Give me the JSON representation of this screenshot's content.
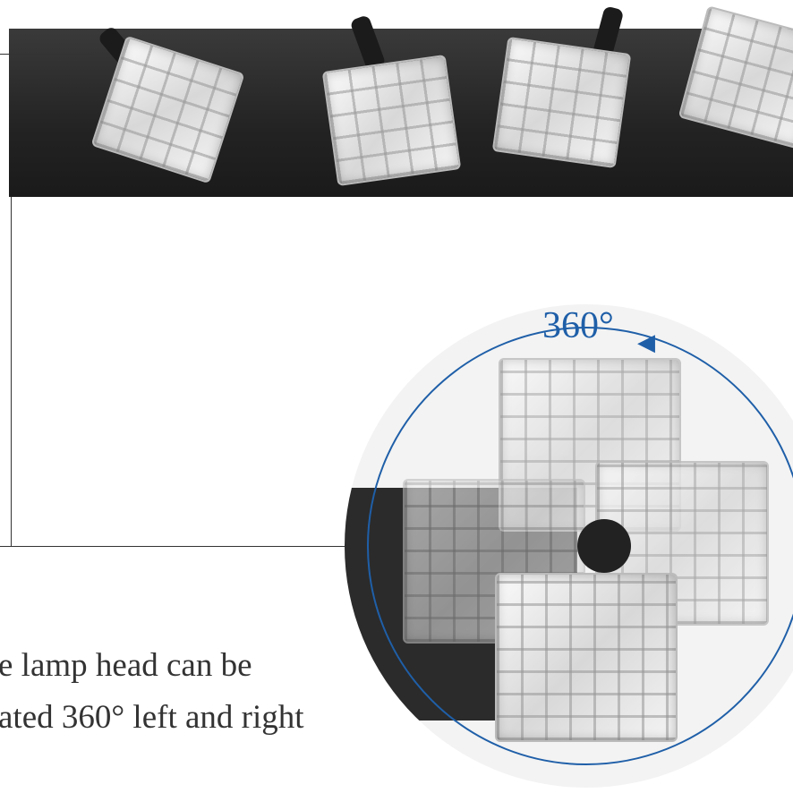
{
  "product": {
    "rotation_label": "360°",
    "caption_line1": "e lamp head can be",
    "caption_line2": "ated 360°  left and right",
    "accent_color": "#1f5fa8"
  }
}
